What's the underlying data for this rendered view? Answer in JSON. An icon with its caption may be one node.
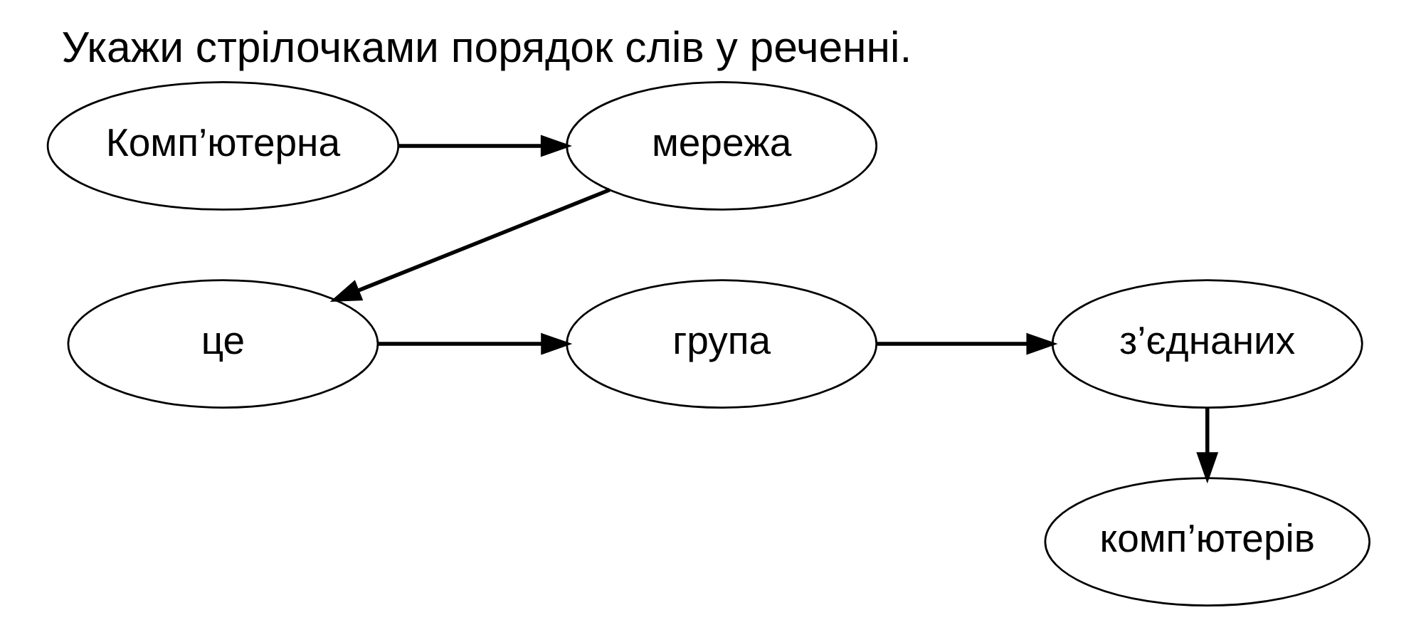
{
  "diagram": {
    "title": "Укажи стрілочками порядок слів у реченні.",
    "nodes": [
      {
        "text": [
          "Комп’ютерна"
        ]
      },
      {
        "text": [
          "група"
        ]
      },
      {
        "text": [
          "комп’ютерів"
        ]
      },
      {
        "text": [
          "це"
        ]
      },
      {
        "text": [
          "мережа"
        ]
      },
      {
        "text": [
          "з’єднаних"
        ]
      }
    ],
    "edges": [
      {
        "from": 0,
        "to": 4,
        "arrow": "to"
      },
      {
        "from": 4,
        "to": 3,
        "arrow": "to"
      },
      {
        "from": 3,
        "to": 1,
        "arrow": "to"
      },
      {
        "from": 1,
        "to": 5,
        "arrow": "to"
      },
      {
        "from": 5,
        "to": 2,
        "arrow": "to"
      }
    ]
  }
}
